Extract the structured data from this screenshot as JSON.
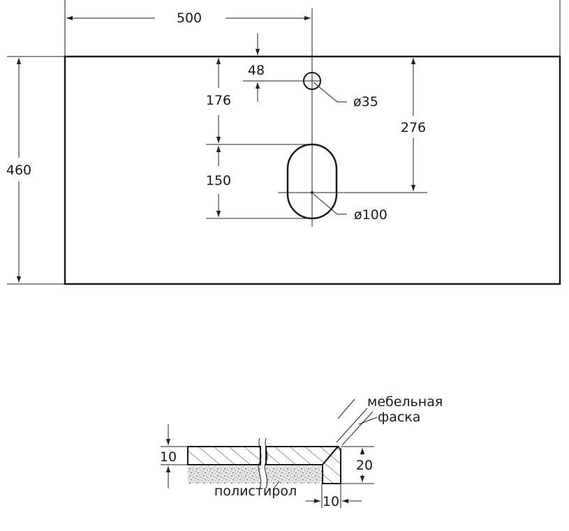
{
  "top_view": {
    "dim_width_half": "500",
    "dim_depth": "460",
    "dim_hole_offset": "48",
    "dim_hole_to_sink": "176",
    "dim_sink_center": "276",
    "dim_sink_half": "150",
    "hole_diameter": "ø35",
    "sink_diameter": "ø100"
  },
  "section_view": {
    "chamfer_label_line1": "мебельная",
    "chamfer_label_line2": "фаска",
    "top_thickness": "10",
    "total_thickness": "20",
    "edge_width": "10",
    "core_material": "полистирол"
  }
}
